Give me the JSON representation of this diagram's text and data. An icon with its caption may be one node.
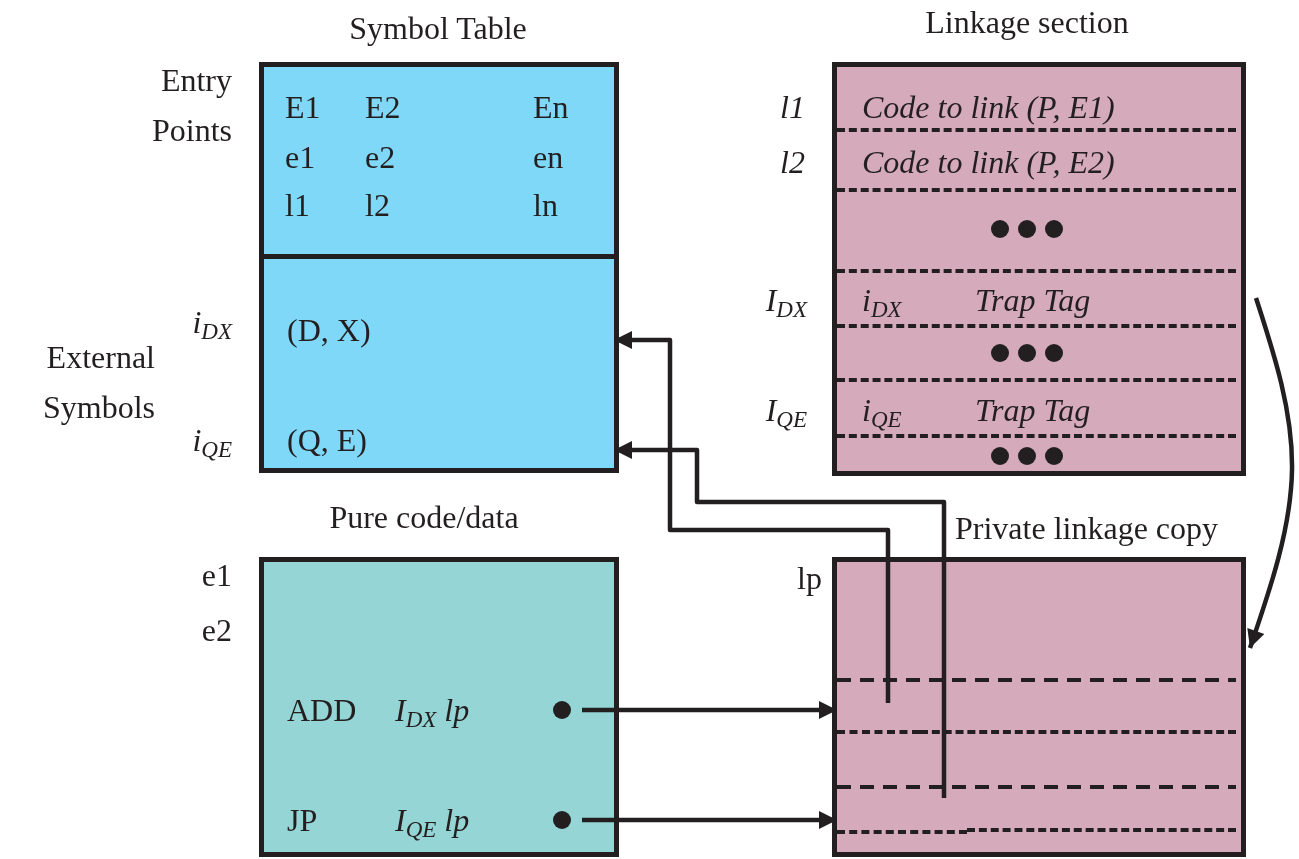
{
  "diagram": {
    "nodes": [
      {
        "text": [
          "Symbol Table"
        ]
      },
      {
        "text": [
          "E1",
          "E2",
          "En",
          "e1",
          "e2",
          "en",
          "l1",
          "l2",
          "ln"
        ],
        "beside": [
          "Entry Points"
        ],
        "in": 0
      },
      {
        "text": [
          "(D, X)",
          "(Q, E)"
        ],
        "beside": [
          "External Symbols",
          "i$_{DX}$",
          "i$_{QE}$"
        ],
        "in": 0
      },
      {
        "text": [
          "Pure code/data"
        ],
        "beside": [
          "e1",
          "e2"
        ]
      },
      {
        "text": [
          "ADD",
          "I$_{DX}$ lp"
        ],
        "in": 3
      },
      {
        "text": [
          "JP",
          "I$_{QE}$ lp"
        ],
        "in": 3
      },
      {
        "text": [
          "Linkage section"
        ]
      },
      {
        "text": [
          "Code to link (P, E1)"
        ],
        "beside": [
          "l1"
        ],
        "in": 6
      },
      {
        "text": [
          "Code to link (P, E2)"
        ],
        "beside": [
          "l2"
        ],
        "in": 6
      },
      {
        "text": [
          "i$_{DX}$",
          "Trap Tag"
        ],
        "beside": [
          "I$_{DX}$"
        ],
        "in": 6
      },
      {
        "text": [
          "i$_{QE}$",
          "Trap Tag"
        ],
        "beside": [
          "I$_{QE}$"
        ],
        "in": 6
      },
      {
        "text": [
          "Private linkage copy"
        ],
        "beside": [
          "lp"
        ]
      },
      {
        "text": [],
        "shape": "box",
        "in": 11
      },
      {
        "text": [],
        "shape": "box",
        "in": 11
      }
    ],
    "edges": [
      {
        "from": 12,
        "to": 2,
        "arrow": "to"
      },
      {
        "from": 13,
        "to": 2,
        "arrow": "to"
      },
      {
        "from": 6,
        "to": 11,
        "arrow": "to"
      },
      {
        "from": 4,
        "to": 12,
        "arrow": "to"
      },
      {
        "from": 5,
        "to": 13,
        "arrow": "to"
      }
    ]
  }
}
